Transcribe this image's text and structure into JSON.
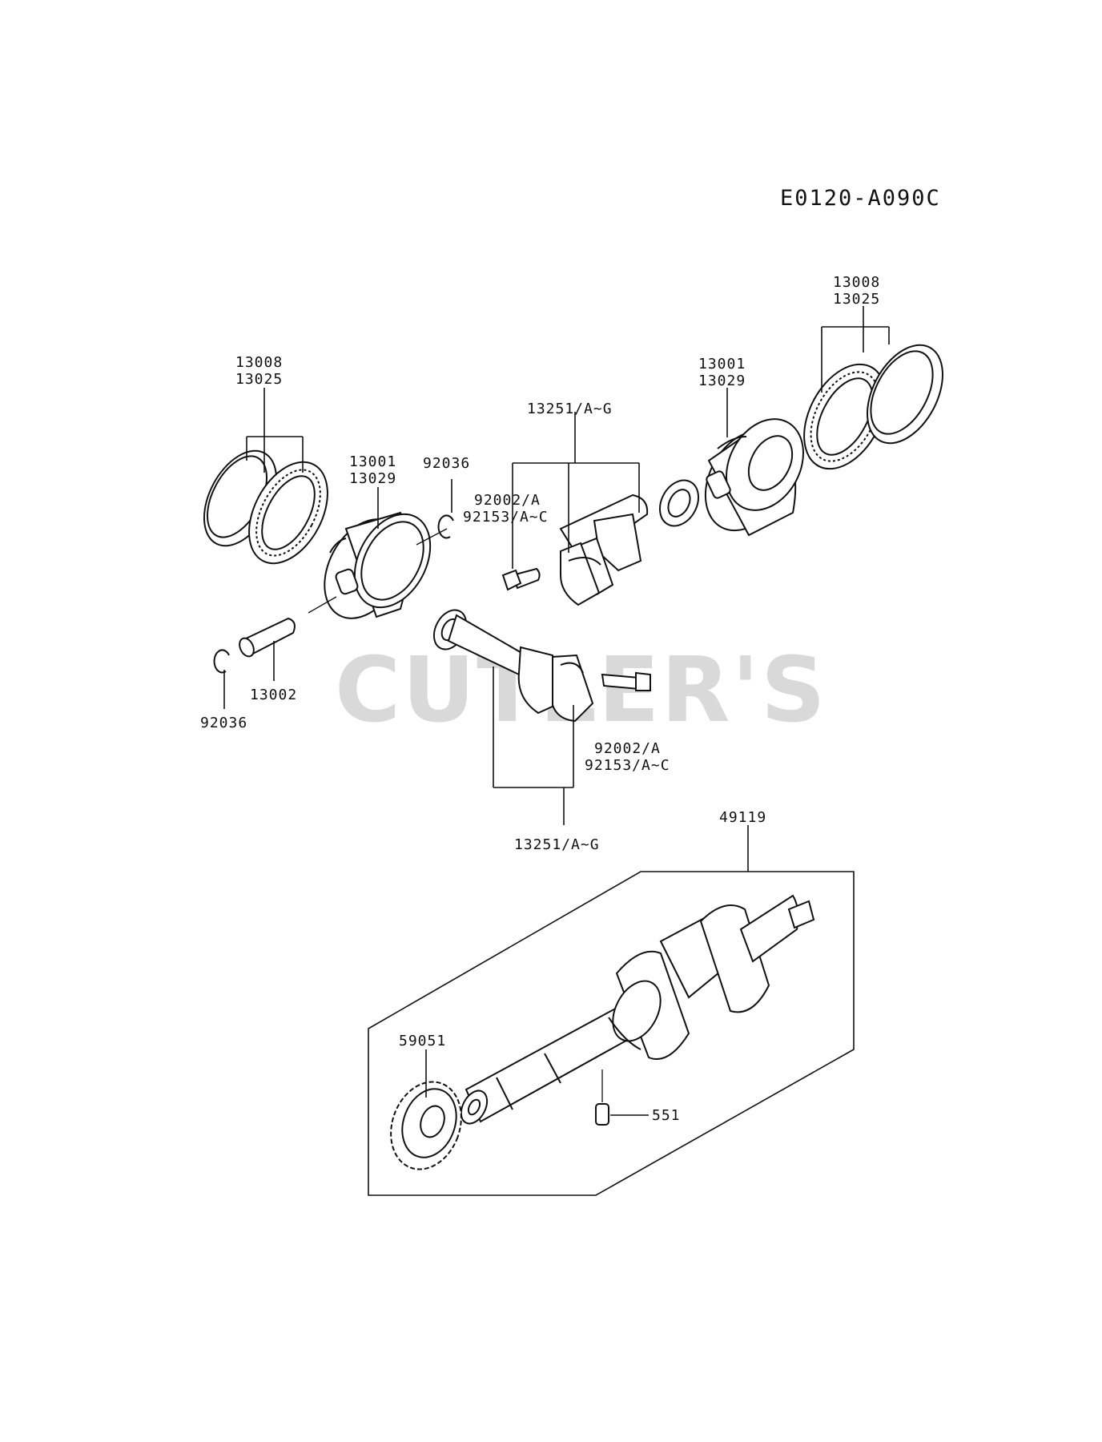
{
  "diagram_id": "E0120-A090C",
  "watermark": "CUTLER'S",
  "labels": {
    "rings_left_a": "13008",
    "rings_left_b": "13025",
    "piston_left_a": "13001",
    "piston_left_b": "13029",
    "clip_top": "92036",
    "pin": "13002",
    "clip_bottom": "92036",
    "rod_top": "13251/A~G",
    "bolt_top_a": "92002/A",
    "bolt_top_b": "92153/A~C",
    "piston_right_a": "13001",
    "piston_right_b": "13029",
    "rings_right_a": "13008",
    "rings_right_b": "13025",
    "bolt_bottom_a": "92002/A",
    "bolt_bottom_b": "92153/A~C",
    "rod_bottom": "13251/A~G",
    "crankshaft": "49119",
    "gear": "59051",
    "dowel": "551"
  }
}
